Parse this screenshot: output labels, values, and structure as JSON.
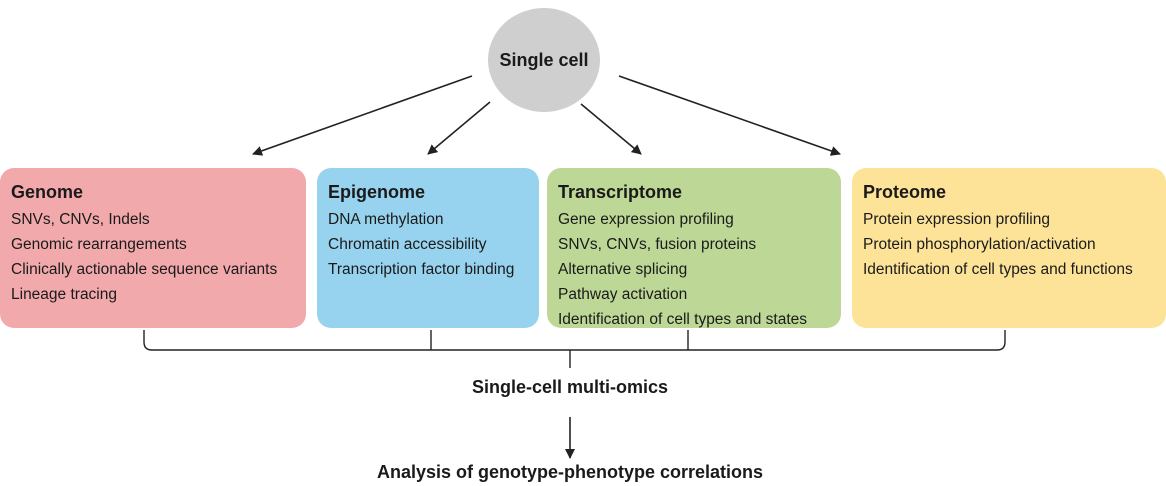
{
  "center": {
    "label": "Single cell",
    "color": "#cfcfcf"
  },
  "boxes": [
    {
      "id": "genome",
      "title": "Genome",
      "color": "#f2a9ab",
      "items": [
        "SNVs, CNVs, Indels",
        "Genomic rearrangements",
        "Clinically actionable sequence variants",
        "Lineage tracing"
      ]
    },
    {
      "id": "epigenome",
      "title": "Epigenome",
      "color": "#97d3ef",
      "items": [
        "DNA methylation",
        "Chromatin accessibility",
        "Transcription factor binding"
      ]
    },
    {
      "id": "transcriptome",
      "title": "Transcriptome",
      "color": "#bdd896",
      "items": [
        "Gene expression profiling",
        "SNVs, CNVs, fusion proteins",
        "Alternative splicing",
        "Pathway activation",
        "Identification of cell types and states"
      ]
    },
    {
      "id": "proteome",
      "title": "Proteome",
      "color": "#fde398",
      "items": [
        "Protein expression profiling",
        "Protein phosphorylation/activation",
        "Identification of cell types and functions"
      ]
    }
  ],
  "multiomics_label": "Single-cell multi-omics",
  "analysis_label": "Analysis of genotype-phenotype correlations"
}
